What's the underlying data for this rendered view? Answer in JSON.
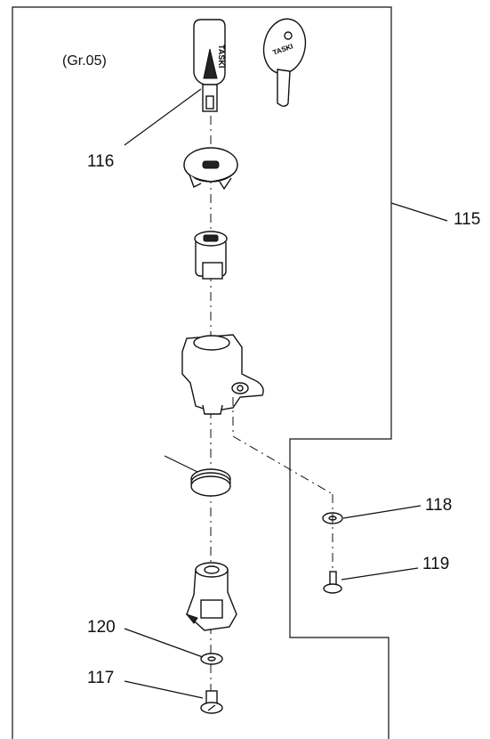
{
  "diagram": {
    "group_label": "(Gr.05)",
    "key_brand": "TASKI",
    "callouts": [
      "116",
      "115",
      "118",
      "119",
      "120",
      "117"
    ]
  }
}
